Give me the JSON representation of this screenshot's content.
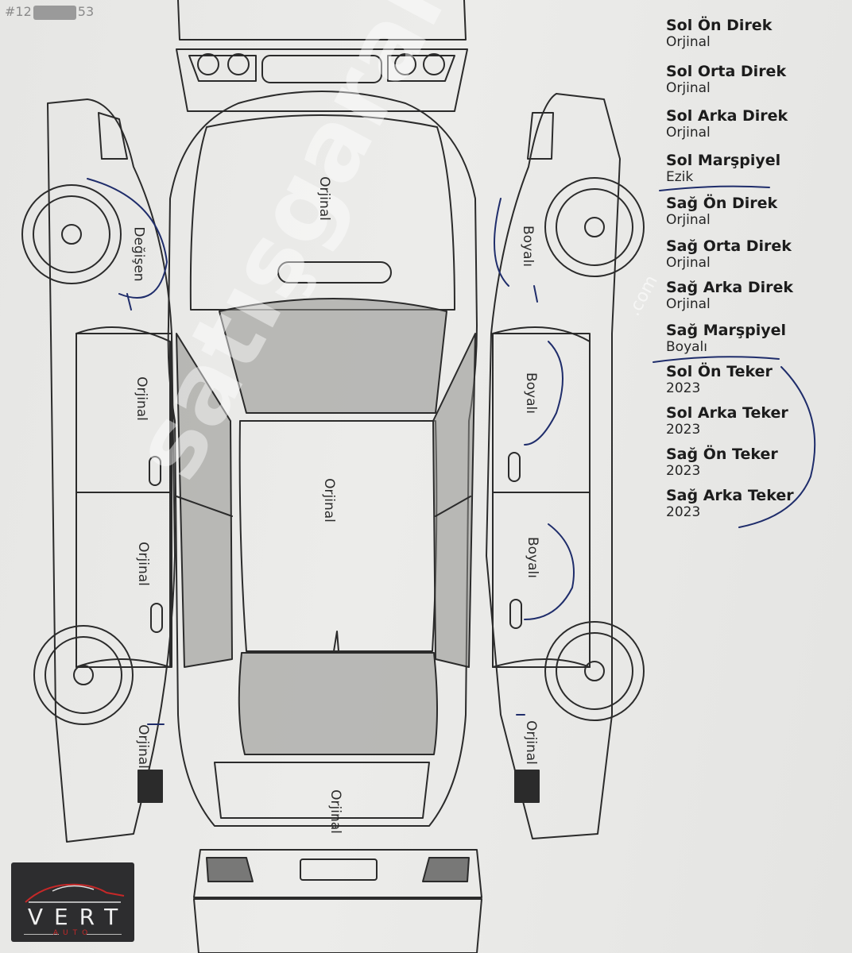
{
  "watermark": {
    "main": "satışgaranti",
    "small": ".com"
  },
  "listing_tag": {
    "prefix": "#12",
    "suffix": "53"
  },
  "diagram_labels": {
    "hood": "Orjinal",
    "roof": "Orjinal",
    "trunk": "Orjinal",
    "left_front_fender": "Değişen",
    "left_front_door": "Orjinal",
    "left_rear_door": "Orjinal",
    "left_rear_fender": "Orjinal",
    "right_front_fender": "Boyalı",
    "right_front_door": "Boyalı",
    "right_rear_door": "Boyalı",
    "right_rear_fender": "Orjinal"
  },
  "report": [
    {
      "title": "Sol Ön Direk",
      "value": "Orjinal"
    },
    {
      "title": "Sol Orta Direk",
      "value": "Orjinal"
    },
    {
      "title": "Sol Arka Direk",
      "value": "Orjinal"
    },
    {
      "title": "Sol Marşpiyel",
      "value": "Ezik"
    },
    {
      "title": "Sağ Ön Direk",
      "value": "Orjinal"
    },
    {
      "title": "Sağ Orta Direk",
      "value": "Orjinal"
    },
    {
      "title": "Sağ Arka Direk",
      "value": "Orjinal"
    },
    {
      "title": "Sağ Marşpiyel",
      "value": "Boyalı"
    },
    {
      "title": "Sol Ön Teker",
      "value": "2023"
    },
    {
      "title": "Sol Arka Teker",
      "value": "2023"
    },
    {
      "title": "Sağ Ön Teker",
      "value": "2023"
    },
    {
      "title": "Sağ Arka Teker",
      "value": "2023"
    }
  ],
  "logo": {
    "name": "VERT",
    "sub": "AUTO"
  },
  "colors": {
    "ink": "#2b2b2b",
    "pen": "#1f2d6b",
    "glass": "#9a9a96",
    "paper": "#ebebe9",
    "logo_bg": "#2d2d2f",
    "logo_accent": "#c62828"
  }
}
